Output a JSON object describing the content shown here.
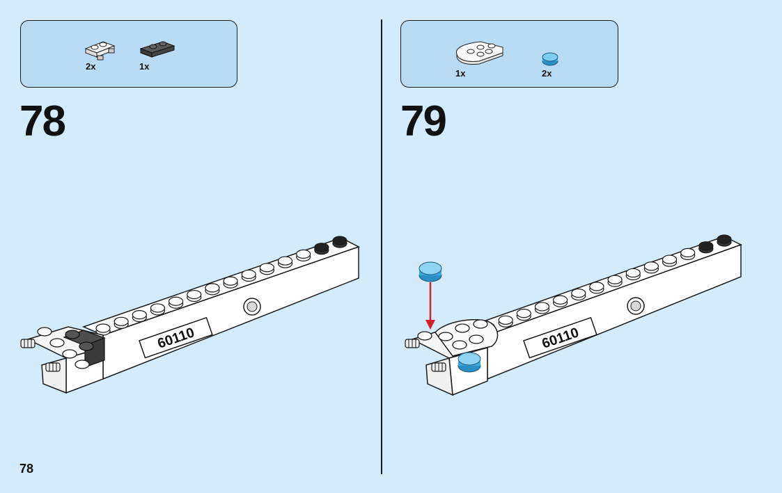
{
  "page_number": "78",
  "steps": [
    {
      "number": "78",
      "parts": [
        {
          "qty": "2x",
          "icon": "white-plate-with-clips"
        },
        {
          "qty": "1x",
          "icon": "dark-gray-plate-1x2"
        }
      ],
      "model_label": "60110"
    },
    {
      "number": "79",
      "parts": [
        {
          "qty": "1x",
          "icon": "white-round-plate-wedge"
        },
        {
          "qty": "2x",
          "icon": "trans-blue-round-tile"
        }
      ],
      "model_label": "60110"
    }
  ],
  "colors": {
    "background": "#d3ebfb",
    "parts_box": "#b9dcf6",
    "trans_blue": "#3fa9dd",
    "arrow": "#d3202a",
    "dark_gray": "#4a4a4a"
  }
}
